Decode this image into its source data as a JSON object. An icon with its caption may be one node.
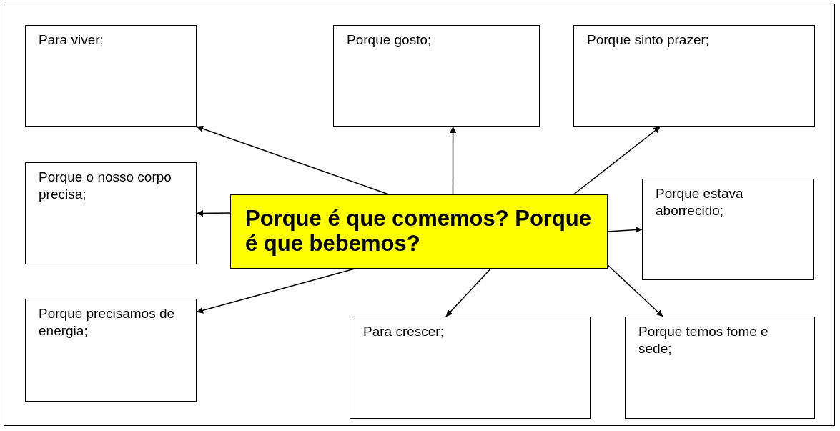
{
  "diagram": {
    "nodes": [
      {
        "text": [
          "Para viver;"
        ]
      },
      {
        "text": [
          "Porque gosto;"
        ]
      },
      {
        "text": [
          "Porque sinto prazer;"
        ]
      },
      {
        "text": [
          "Porque o nosso corpo precisa;"
        ]
      },
      {
        "text": [
          "Porque é que comemos? Porque é que bebemos?"
        ]
      },
      {
        "text": [
          "Porque estava aborrecido;"
        ]
      },
      {
        "text": [
          "Porque precisamos de energia;"
        ]
      },
      {
        "text": [
          "Para crescer;"
        ]
      },
      {
        "text": [
          "Porque temos fome e sede;"
        ]
      }
    ],
    "edges": [
      {
        "from": 4,
        "to": 0,
        "arrow": "to"
      },
      {
        "from": 4,
        "to": 1,
        "arrow": "to"
      },
      {
        "from": 4,
        "to": 2,
        "arrow": "to"
      },
      {
        "from": 4,
        "to": 3,
        "arrow": "to"
      },
      {
        "from": 4,
        "to": 5,
        "arrow": "to"
      },
      {
        "from": 4,
        "to": 6,
        "arrow": "to"
      },
      {
        "from": 4,
        "to": 7,
        "arrow": "to"
      },
      {
        "from": 4,
        "to": 8,
        "arrow": "to"
      }
    ]
  }
}
